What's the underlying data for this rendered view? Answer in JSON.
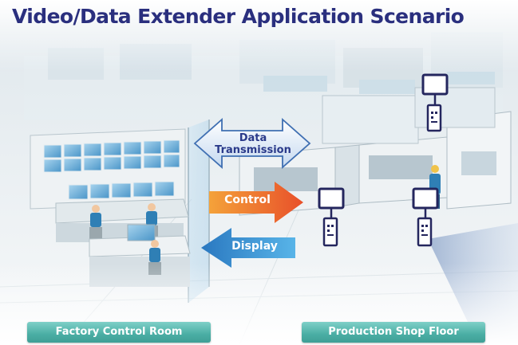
{
  "title": "Video/Data Extender Application Scenario",
  "arrows": {
    "data_transmission": {
      "line1": "Data",
      "line2": "Transmission"
    },
    "control": "Control",
    "display": "Display"
  },
  "areas": {
    "left": "Factory Control Room",
    "right": "Production Shop Floor"
  },
  "colors": {
    "title": "#2a2f7e",
    "control_arrow": "#f0782a",
    "display_arrow": "#3a8fd0",
    "data_arrow": "#d8e6f6",
    "banner": "#4aaea4",
    "device": "#24265e"
  },
  "icons": [
    "monitor-icon",
    "extender-box-icon"
  ]
}
